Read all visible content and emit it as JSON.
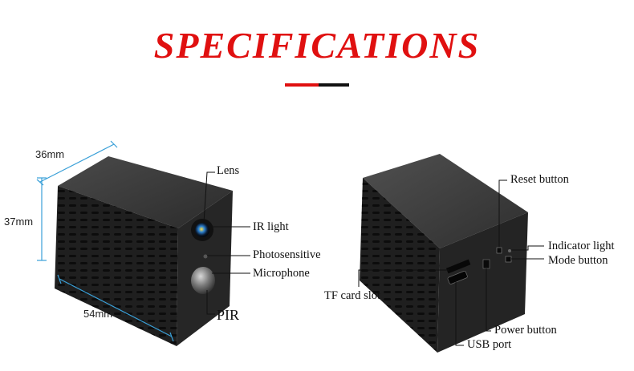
{
  "title": "SPECIFICATIONS",
  "colors": {
    "accent": "#e01010",
    "dimension_line": "#3aa0d8",
    "body": "#1e1e1e"
  },
  "dimensions": {
    "depth": "36mm",
    "height": "37mm",
    "width": "54mm"
  },
  "front_labels": {
    "lens": "Lens",
    "ir_light": "IR light",
    "photosensitive": "Photosensitive",
    "microphone": "Microphone",
    "pir": "PIR"
  },
  "back_labels": {
    "reset_button": "Reset button",
    "indicator_light": "Indicator light",
    "mode_button": "Mode button",
    "tf_card_slot": "TF card slot",
    "power_button": "Power button",
    "usb_port": "USB port"
  }
}
